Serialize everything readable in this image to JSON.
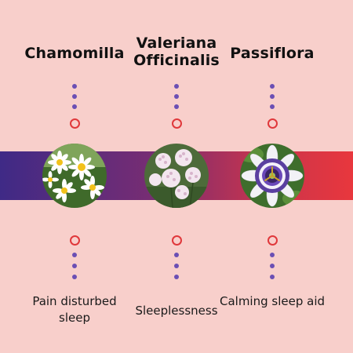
{
  "items": [
    {
      "title": "Chamomilla",
      "caption": "Pain disturbed sleep",
      "image_icon": "chamomile-flowers"
    },
    {
      "title": "Valeriana Officinalis",
      "caption": "Sleeplessness",
      "image_icon": "valerian-flowers"
    },
    {
      "title": "Passiflora",
      "caption": "Calming sleep aid",
      "image_icon": "passion-flower"
    }
  ],
  "colors": {
    "background": "#f8cfcb",
    "dot": "#6b4fb4",
    "ring": "#e0383b",
    "band_start": "#3f2a86",
    "band_end": "#e8373d"
  }
}
